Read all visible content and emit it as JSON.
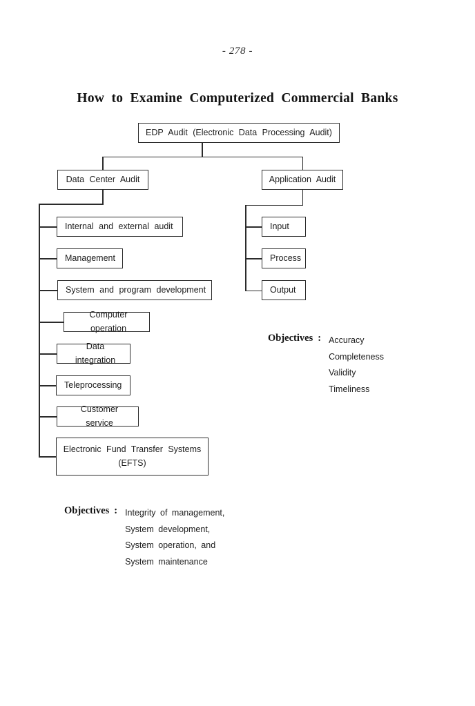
{
  "page": {
    "number_label": "- 278 -",
    "title": "How  to  Examine  Computerized  Commercial  Banks"
  },
  "chart_data": {
    "type": "diagram",
    "title": "How to Examine Computerized Commercial Banks",
    "root": "EDP Audit (Electronic Data Processing Audit)",
    "branches": [
      {
        "name": "Data Center Audit",
        "children": [
          "Internal and external audit",
          "Management",
          "System and program development",
          "Computer operation",
          "Data integration",
          "Teleprocessing",
          "Customer service",
          "Electronic Fund Transfer Systems (EFTS)"
        ],
        "objectives": [
          "Integrity  of  management,",
          "System  development,",
          "System  operation,  and",
          "System  maintenance"
        ]
      },
      {
        "name": "Application Audit",
        "children": [
          "Input",
          "Process",
          "Output"
        ],
        "objectives": [
          "Accuracy",
          "Completeness",
          "Validity",
          "Timeliness"
        ]
      }
    ]
  },
  "nodes": {
    "root": {
      "label": "EDP  Audit  (Electronic  Data  Processing  Audit)"
    },
    "data_center_audit": {
      "label": "Data  Center  Audit"
    },
    "application_audit": {
      "label": "Application  Audit"
    },
    "dc_children": [
      {
        "label": "Internal  and  external  audit"
      },
      {
        "label": "Management"
      },
      {
        "label": "System  and  program  development"
      },
      {
        "label": "Computer  operation"
      },
      {
        "label": "Data  integration"
      },
      {
        "label": "Teleprocessing"
      },
      {
        "label": "Customer  service"
      },
      {
        "label": "Electronic  Fund  Transfer  Systems\n(EFTS)"
      }
    ],
    "app_children": [
      {
        "label": "Input"
      },
      {
        "label": "Process"
      },
      {
        "label": "Output"
      }
    ]
  },
  "objectives_right": {
    "label": "Objectives",
    "colon": ":",
    "items": [
      "Accuracy",
      "Completeness",
      "Validity",
      "Timeliness"
    ]
  },
  "objectives_left": {
    "label": "Objectives",
    "colon": ":",
    "items": [
      "Integrity  of  management,",
      "System  development,",
      "System  operation,  and",
      "System  maintenance"
    ]
  }
}
